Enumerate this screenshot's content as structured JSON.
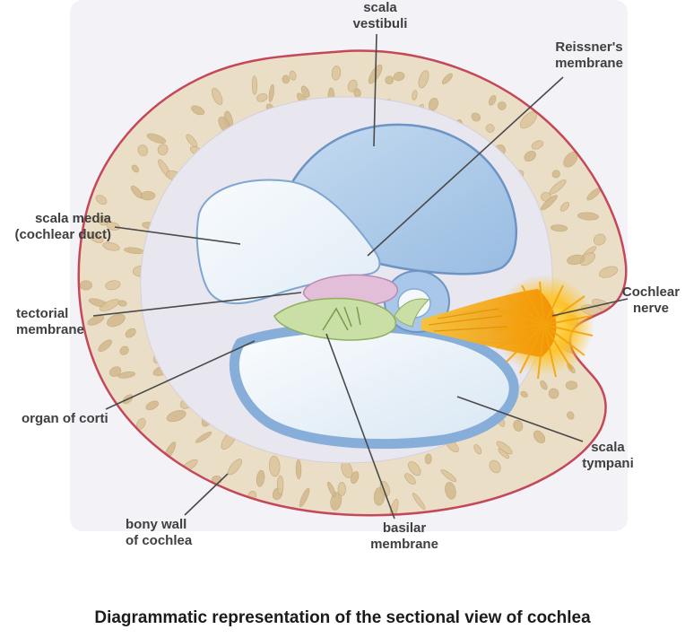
{
  "caption": "Diagrammatic representation of the sectional view of cochlea",
  "labels": {
    "scala_vestibuli": "scala\nvestibuli",
    "reissners_membrane": "Reissner's\nmembrane",
    "scala_media": "scala media\n(cochlear duct)",
    "tectorial_membrane": "tectorial\nmembrane",
    "organ_of_corti": "organ of corti",
    "bony_wall_of_cochlea": "bony wall\nof cochlea",
    "basilar_membrane": "basilar\nmembrane",
    "scala_tympani": "scala\ntympani",
    "cochlear_nerve": "Cochlear\nnerve"
  },
  "colors": {
    "outer_outline_red": "#c4475a",
    "bone_tan": "#eadfc6",
    "bone_speckle": "#d8bf96",
    "inner_lavender": "#e8e6ef",
    "fluid_blue": "#a9c7e8",
    "blue_outline": "#6d94c4",
    "scala_fill_white": "#f2f7fb",
    "tectorial_pink": "#e3bed9",
    "organ_green": "#c9dfa5",
    "nerve_orange": "#f5a000",
    "nerve_yellow": "#ffd94f",
    "label_text": "#3f3f3f"
  }
}
